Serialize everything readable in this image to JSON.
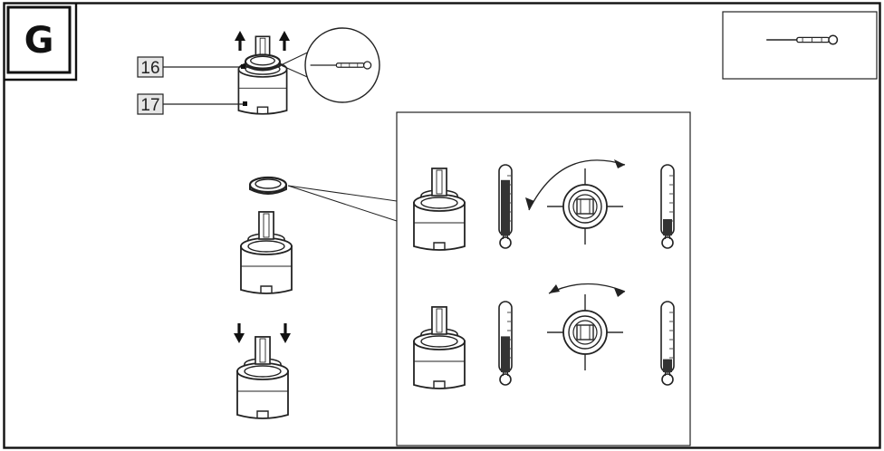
{
  "panel": {
    "letter": "G"
  },
  "callouts": [
    {
      "number": "16"
    },
    {
      "number": "17"
    }
  ],
  "icons": {
    "tool": "screwdriver-icon",
    "up": "arrow-up-icon",
    "down": "arrow-down-icon",
    "thermometer": "thermometer-icon",
    "rotation": "rotation-arrow-icon"
  },
  "temperature_levels": {
    "row1": {
      "before": 0.85,
      "after": 0.25
    },
    "row2": {
      "before": 0.55,
      "after": 0.2
    }
  },
  "colors": {
    "line": "#222222",
    "fill_dark": "#333333",
    "label_bg": "#e6e6e6"
  }
}
